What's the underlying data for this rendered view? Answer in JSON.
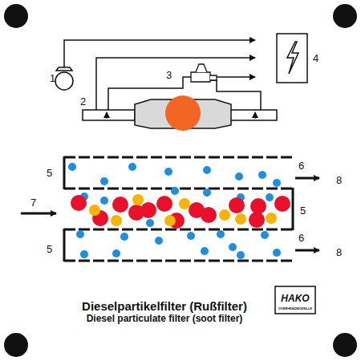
{
  "diagram": {
    "title": "Dieselpartikelfilter (Rußfilter)",
    "caption": "Diesel particulate filter (soot filter)",
    "labels": [
      "1",
      "2",
      "3",
      "4",
      "5",
      "5",
      "5",
      "6",
      "6",
      "7",
      "8",
      "8",
      "HAKO",
      "OVERHEADMODELLE"
    ]
  }
}
